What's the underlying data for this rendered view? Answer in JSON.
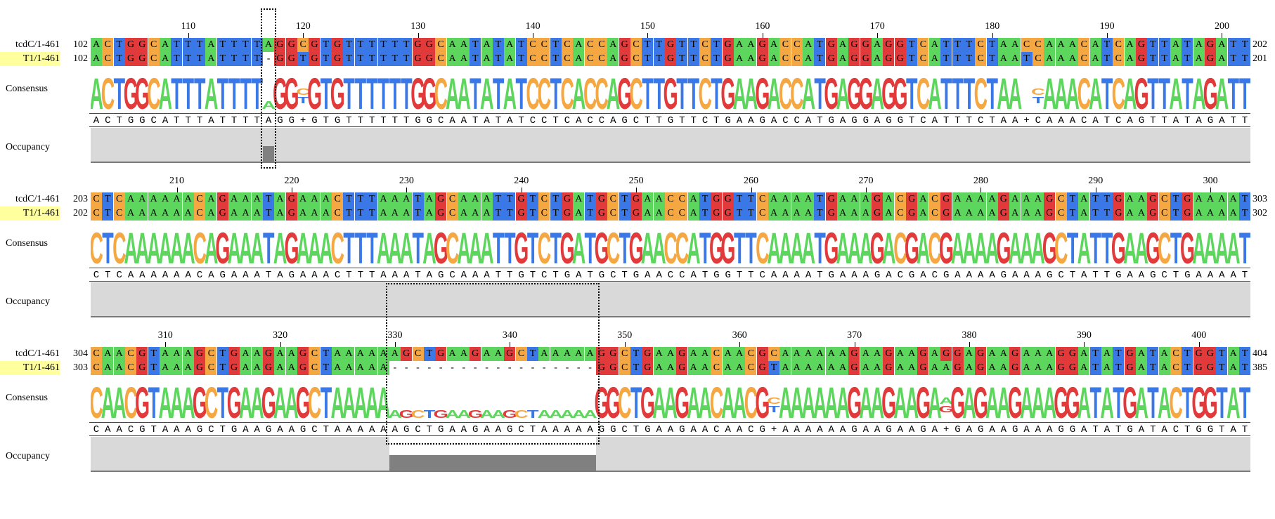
{
  "labels": {
    "consensus": "Consensus",
    "occupancy": "Occupancy"
  },
  "colors": {
    "A": "#5cd65c",
    "C": "#f5a742",
    "G": "#e23a3a",
    "T": "#3b78e7",
    "gap_bg": "#ffffff",
    "occupancy_bg": "#d9d9d9",
    "occupancy_bar": "#808080",
    "name_highlight": "#ffff9e"
  },
  "blocks": [
    {
      "ticks": [
        {
          "label": "110",
          "col": 8
        },
        {
          "label": "120",
          "col": 18
        },
        {
          "label": "130",
          "col": 28
        },
        {
          "label": "140",
          "col": 38
        },
        {
          "label": "150",
          "col": 48
        },
        {
          "label": "160",
          "col": 58
        },
        {
          "label": "170",
          "col": 68
        },
        {
          "label": "180",
          "col": 78
        },
        {
          "label": "190",
          "col": 88
        },
        {
          "label": "200",
          "col": 98
        }
      ],
      "rows": [
        {
          "name": "tcdC/1-461",
          "start": "102",
          "end": "202",
          "seq": "ACTGGCATTTATTTTAGGCGTGTTTTTTGGCAATATATCCTCACCAGCTTGTTCTGAAGACCATGAGGAGGTCATTTCTAACCAAACATCAGTTATAGATT"
        },
        {
          "name": "T1/1-461",
          "start": "102",
          "end": "201",
          "seq": "ACTGGCATTTATTTT-GGTGTGTTTTTTGGCAATATATCCTCACCAGCTTGTTCTGAAGACCATGAGGAGGTCATTTCTAATCAAACATCAGTTATAGATT"
        }
      ],
      "consensus": "ACTGGCATTTATTTTAGG+GTGTTTTTTGGCAATATATCCTCACCAGCTTGTTCTGAAGACCATGAGGAGGTCATTTCTAA+CAAACATCAGTTATAGATT",
      "logo_variants": [
        {
          "col": 18,
          "top": "C",
          "bottom": "T"
        },
        {
          "col": 82,
          "top": "C",
          "bottom": "T"
        }
      ],
      "logo_small": [
        15
      ],
      "occupancy_bars": [
        {
          "from": 15,
          "to": 15
        }
      ],
      "occupancy_gaps": []
    },
    {
      "ticks": [
        {
          "label": "210",
          "col": 7
        },
        {
          "label": "220",
          "col": 17
        },
        {
          "label": "230",
          "col": 27
        },
        {
          "label": "240",
          "col": 37
        },
        {
          "label": "250",
          "col": 47
        },
        {
          "label": "260",
          "col": 57
        },
        {
          "label": "270",
          "col": 67
        },
        {
          "label": "280",
          "col": 77
        },
        {
          "label": "290",
          "col": 87
        },
        {
          "label": "300",
          "col": 97
        }
      ],
      "rows": [
        {
          "name": "tcdC/1-461",
          "start": "203",
          "end": "303",
          "seq": "CTCAAAAAACAGAAATAGAAACTTTAAATAGCAAATTGTCTGATGCTGAACCATGGTTCAAAATGAAAGACGACGAAAAGAAAGCTATTGAAGCTGAAAAT"
        },
        {
          "name": "T1/1-461",
          "start": "202",
          "end": "302",
          "seq": "CTCAAAAAACAGAAATAGAAACTTTAAATAGCAAATTGTCTGATGCTGAACCATGGTTCAAAATGAAAGACGACGAAAAGAAAGCTATTGAAGCTGAAAAT"
        }
      ],
      "consensus": "CTCAAAAAACAGAAATAGAAACTTTAAATAGCAAATTGTCTGATGCTGAACCATGGTTCAAAATGAAAGACGACGAAAAGAAAGCTATTGAAGCTGAAAAT",
      "logo_variants": [],
      "logo_small": [],
      "occupancy_bars": [],
      "occupancy_gaps": []
    },
    {
      "ticks": [
        {
          "label": "310",
          "col": 6
        },
        {
          "label": "320",
          "col": 16
        },
        {
          "label": "330",
          "col": 26
        },
        {
          "label": "340",
          "col": 36
        },
        {
          "label": "350",
          "col": 46
        },
        {
          "label": "360",
          "col": 56
        },
        {
          "label": "370",
          "col": 66
        },
        {
          "label": "380",
          "col": 76
        },
        {
          "label": "390",
          "col": 86
        },
        {
          "label": "400",
          "col": 96
        }
      ],
      "rows": [
        {
          "name": "tcdC/1-461",
          "start": "304",
          "end": "404",
          "seq": "CAACGTAAAGCTGAAGAAGCTAAAAAAGCTGAAGAAGCTAAAAAGGCTGAAGAACAACGCAAAAAAGAAGAAGAGGAGAAGAAAGGATATGATACTGGTAT"
        },
        {
          "name": "T1/1-461",
          "start": "303",
          "end": "385",
          "seq": "CAACGTAAAGCTGAAGAAGCTAAAAA------------------GGCTGAAGAACAACGTAAAAAAGAAGAAGAAGAGAAGAAAGGATATGATACTGGTAT"
        }
      ],
      "consensus": "CAACGTAAAGCTGAAGAAGCTAAAAAAGCTGAAGAAGCTAAAAAGGCTGAAGAACAACG+AAAAAAGAAGAAGA+GAGAAGAAAGGATATGATACTGGTAT",
      "logo_variants": [
        {
          "col": 59,
          "top": "C",
          "bottom": "T"
        },
        {
          "col": 74,
          "top": "A",
          "bottom": "G"
        }
      ],
      "logo_small_range": [
        26,
        43
      ],
      "occupancy_bars": [
        {
          "from": 26,
          "to": 43
        }
      ],
      "occupancy_gaps": [
        {
          "from": 26,
          "to": 43
        }
      ]
    }
  ]
}
